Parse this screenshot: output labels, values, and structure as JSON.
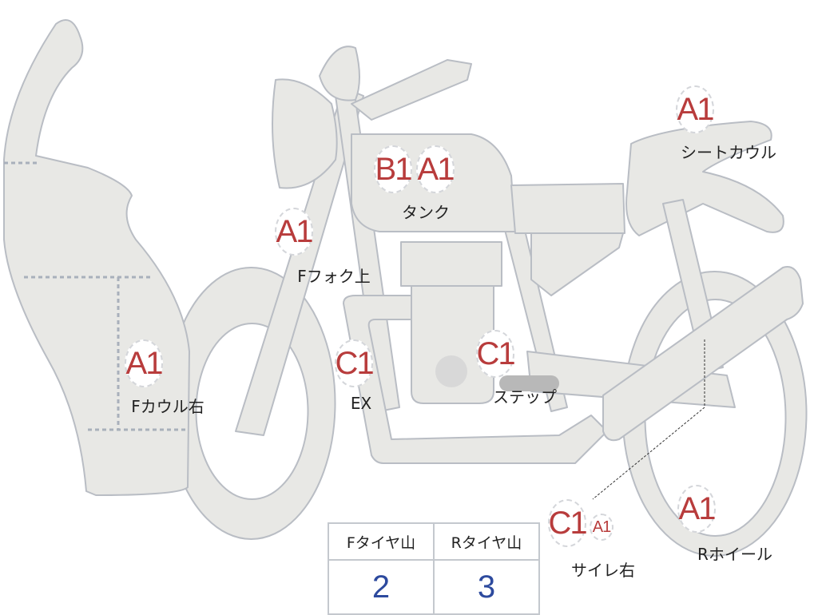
{
  "parts": [
    {
      "id": "seat-cowl",
      "grades": [
        "A1"
      ],
      "label": "シートカウル"
    },
    {
      "id": "tank",
      "grades": [
        "B1",
        "A1"
      ],
      "label": "タンク"
    },
    {
      "id": "front-fork-upper",
      "grades": [
        "A1"
      ],
      "label": "Fフォク上"
    },
    {
      "id": "front-cowl-right",
      "grades": [
        "A1"
      ],
      "label": "Fカウル右"
    },
    {
      "id": "exhaust",
      "grades": [
        "C1"
      ],
      "label": "EX"
    },
    {
      "id": "step",
      "grades": [
        "C1"
      ],
      "label": "ステップ"
    },
    {
      "id": "silencer-right",
      "grades": [
        "C1",
        "A1"
      ],
      "label": "サイレ右"
    },
    {
      "id": "rear-wheel",
      "grades": [
        "A1"
      ],
      "label": "Rホイール"
    }
  ],
  "tire_table": {
    "headers": [
      "Fタイヤ山",
      "Rタイヤ山"
    ],
    "values": [
      "2",
      "3"
    ]
  },
  "colors": {
    "grade_text": "#b83c3c",
    "value_text": "#2d4a9e",
    "part_fill": "#e8e8e5",
    "part_stroke": "#b9bdc4"
  }
}
